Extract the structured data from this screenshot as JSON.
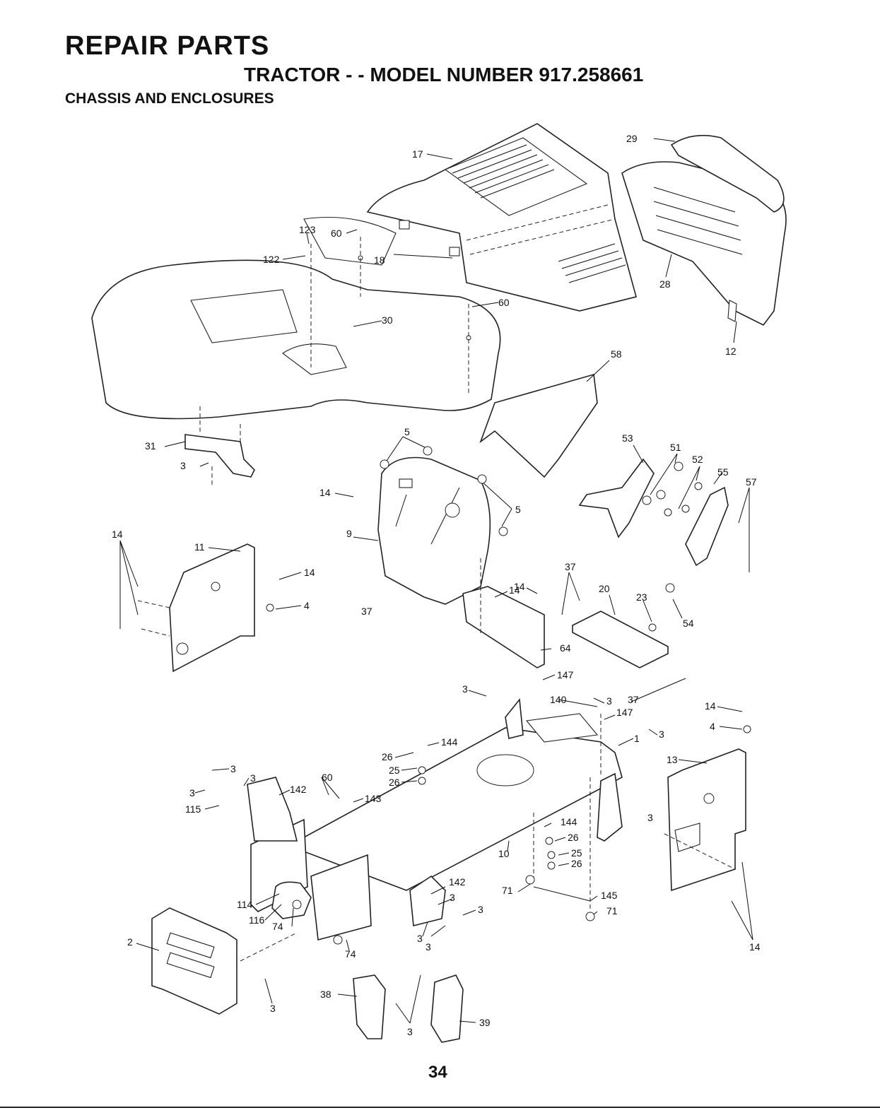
{
  "header": {
    "title": "REPAIR PARTS",
    "model_line": "TRACTOR - - MODEL NUMBER 917.258661",
    "section": "CHASSIS AND ENCLOSURES"
  },
  "footer": {
    "page_number": "34"
  },
  "callouts": [
    {
      "id": "c17",
      "label": "17"
    },
    {
      "id": "c29",
      "label": "29"
    },
    {
      "id": "c123",
      "label": "123"
    },
    {
      "id": "c60a",
      "label": "60"
    },
    {
      "id": "c122",
      "label": "122"
    },
    {
      "id": "c18",
      "label": "18"
    },
    {
      "id": "c60b",
      "label": "60"
    },
    {
      "id": "c30",
      "label": "30"
    },
    {
      "id": "c28",
      "label": "28"
    },
    {
      "id": "c12",
      "label": "12"
    },
    {
      "id": "c58",
      "label": "58"
    },
    {
      "id": "c31",
      "label": "31"
    },
    {
      "id": "c3a",
      "label": "3"
    },
    {
      "id": "c5a",
      "label": "5"
    },
    {
      "id": "c14a",
      "label": "14"
    },
    {
      "id": "c5b",
      "label": "5"
    },
    {
      "id": "c9",
      "label": "9"
    },
    {
      "id": "c53",
      "label": "53"
    },
    {
      "id": "c51",
      "label": "51"
    },
    {
      "id": "c52",
      "label": "52"
    },
    {
      "id": "c55",
      "label": "55"
    },
    {
      "id": "c57",
      "label": "57"
    },
    {
      "id": "c14b",
      "label": "14"
    },
    {
      "id": "c11",
      "label": "11"
    },
    {
      "id": "c14c",
      "label": "14"
    },
    {
      "id": "c4a",
      "label": "4"
    },
    {
      "id": "c14d",
      "label": "14"
    },
    {
      "id": "c14e",
      "label": "14"
    },
    {
      "id": "c37a",
      "label": "37"
    },
    {
      "id": "c37b",
      "label": "37"
    },
    {
      "id": "c20",
      "label": "20"
    },
    {
      "id": "c23",
      "label": "23"
    },
    {
      "id": "c54",
      "label": "54"
    },
    {
      "id": "c64",
      "label": "64"
    },
    {
      "id": "c147a",
      "label": "147"
    },
    {
      "id": "c3b",
      "label": "3"
    },
    {
      "id": "c140",
      "label": "140"
    },
    {
      "id": "c3c",
      "label": "3"
    },
    {
      "id": "c37c",
      "label": "37"
    },
    {
      "id": "c147b",
      "label": "147"
    },
    {
      "id": "c14f",
      "label": "14"
    },
    {
      "id": "c4b",
      "label": "4"
    },
    {
      "id": "c3d",
      "label": "3"
    },
    {
      "id": "c1",
      "label": "1"
    },
    {
      "id": "c144a",
      "label": "144"
    },
    {
      "id": "c26a",
      "label": "26"
    },
    {
      "id": "c25a",
      "label": "25"
    },
    {
      "id": "c26b",
      "label": "26"
    },
    {
      "id": "c13",
      "label": "13"
    },
    {
      "id": "c3e",
      "label": "3"
    },
    {
      "id": "c3f",
      "label": "3"
    },
    {
      "id": "c3g",
      "label": "3"
    },
    {
      "id": "c115",
      "label": "115"
    },
    {
      "id": "c142a",
      "label": "142"
    },
    {
      "id": "c60c",
      "label": "60"
    },
    {
      "id": "c143",
      "label": "143"
    },
    {
      "id": "c144b",
      "label": "144"
    },
    {
      "id": "c26c",
      "label": "26"
    },
    {
      "id": "c25b",
      "label": "25"
    },
    {
      "id": "c26d",
      "label": "26"
    },
    {
      "id": "c10",
      "label": "10"
    },
    {
      "id": "c3h",
      "label": "3"
    },
    {
      "id": "c142b",
      "label": "142"
    },
    {
      "id": "c3i",
      "label": "3"
    },
    {
      "id": "c3j",
      "label": "3"
    },
    {
      "id": "c71a",
      "label": "71"
    },
    {
      "id": "c145",
      "label": "145"
    },
    {
      "id": "c71b",
      "label": "71"
    },
    {
      "id": "c114",
      "label": "114"
    },
    {
      "id": "c116",
      "label": "116"
    },
    {
      "id": "c74a",
      "label": "74"
    },
    {
      "id": "c3k",
      "label": "3"
    },
    {
      "id": "c3l",
      "label": "3"
    },
    {
      "id": "c74b",
      "label": "74"
    },
    {
      "id": "c2",
      "label": "2"
    },
    {
      "id": "c14g",
      "label": "14"
    },
    {
      "id": "c3m",
      "label": "3"
    },
    {
      "id": "c38",
      "label": "38"
    },
    {
      "id": "c3n",
      "label": "3"
    },
    {
      "id": "c39",
      "label": "39"
    }
  ]
}
